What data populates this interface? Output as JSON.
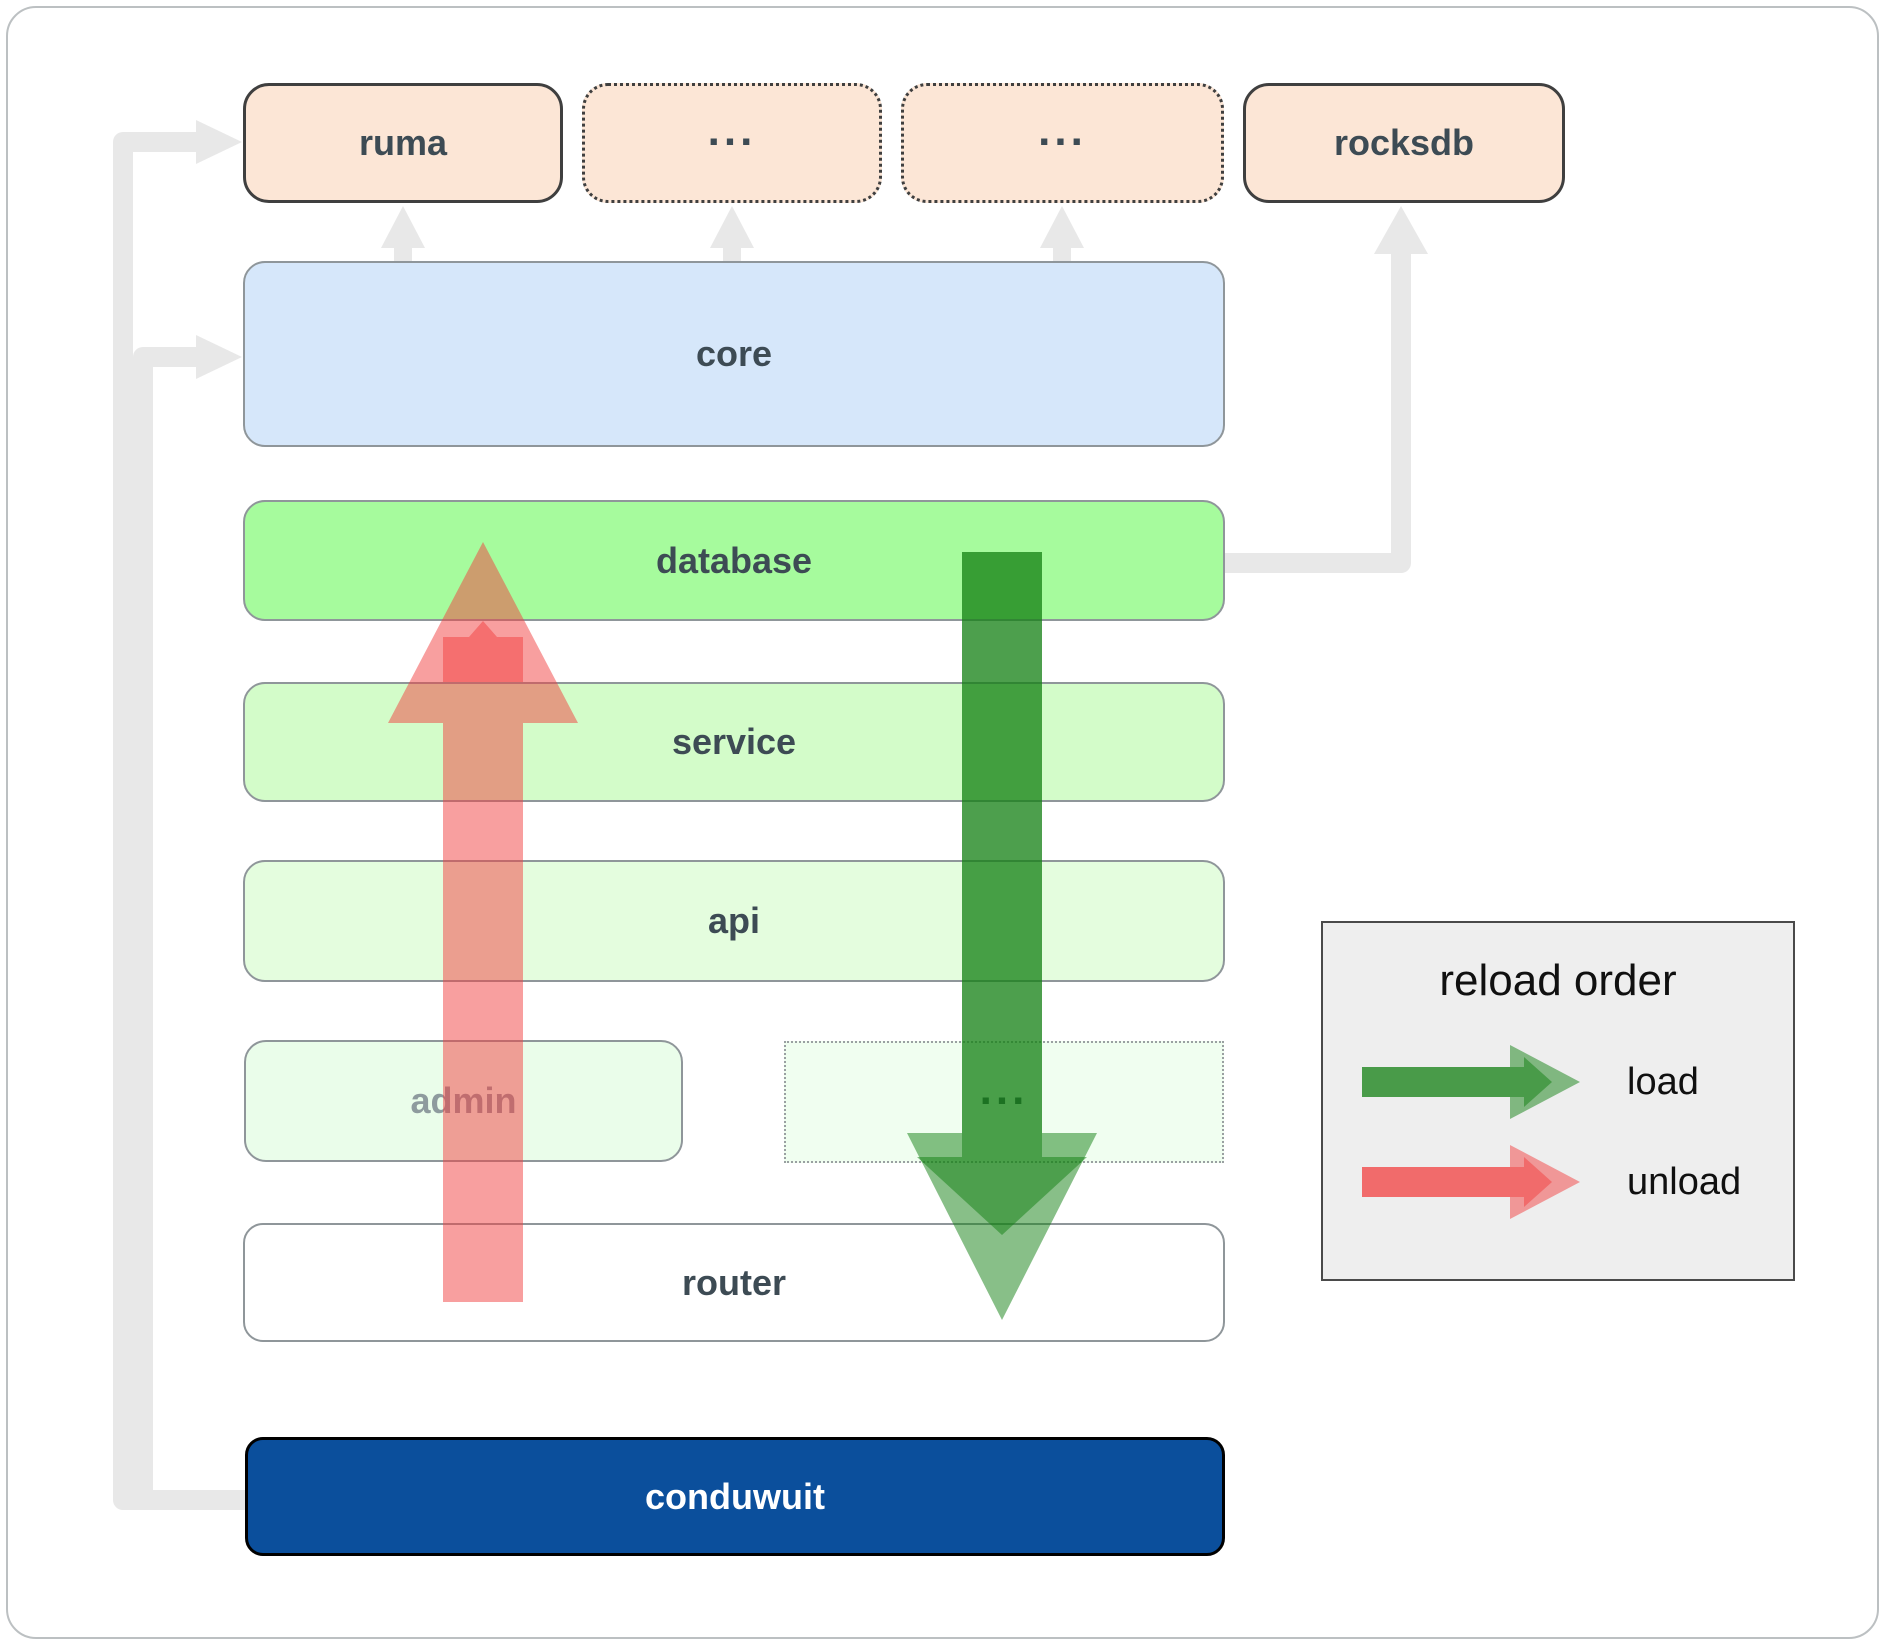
{
  "diagram": {
    "top_row": [
      {
        "label": "ruma",
        "variant": "solid"
      },
      {
        "label": "...",
        "variant": "dotted"
      },
      {
        "label": "...",
        "variant": "dotted"
      },
      {
        "label": "rocksdb",
        "variant": "solid"
      }
    ],
    "layers": [
      {
        "label": "core"
      },
      {
        "label": "database"
      },
      {
        "label": "service"
      },
      {
        "label": "api"
      }
    ],
    "admin_row": [
      {
        "label": "admin"
      },
      {
        "label": "..."
      }
    ],
    "router_label": "router",
    "conduwuit_label": "conduwuit"
  },
  "legend": {
    "title": "reload order",
    "items": [
      {
        "label": "load",
        "color": "#117f11"
      },
      {
        "label": "unload",
        "color": "#f24040"
      }
    ]
  },
  "colors": {
    "peach_box_bg": "#fce6d6",
    "core_bg": "#d6e7fa",
    "database_bg": "#a6fb9d",
    "service_bg": "#d3fcc9",
    "api_bg": "#e4fdde",
    "admin_bg": "#eafdea",
    "router_bg": "#ffffff",
    "conduwuit_bg": "#0b4f9c",
    "legend_bg": "#eeeeee",
    "connector_gray": "#e8e8e8",
    "load_arrow": "#117f11",
    "unload_arrow": "#f24040",
    "label_text": "#3d4b54"
  }
}
